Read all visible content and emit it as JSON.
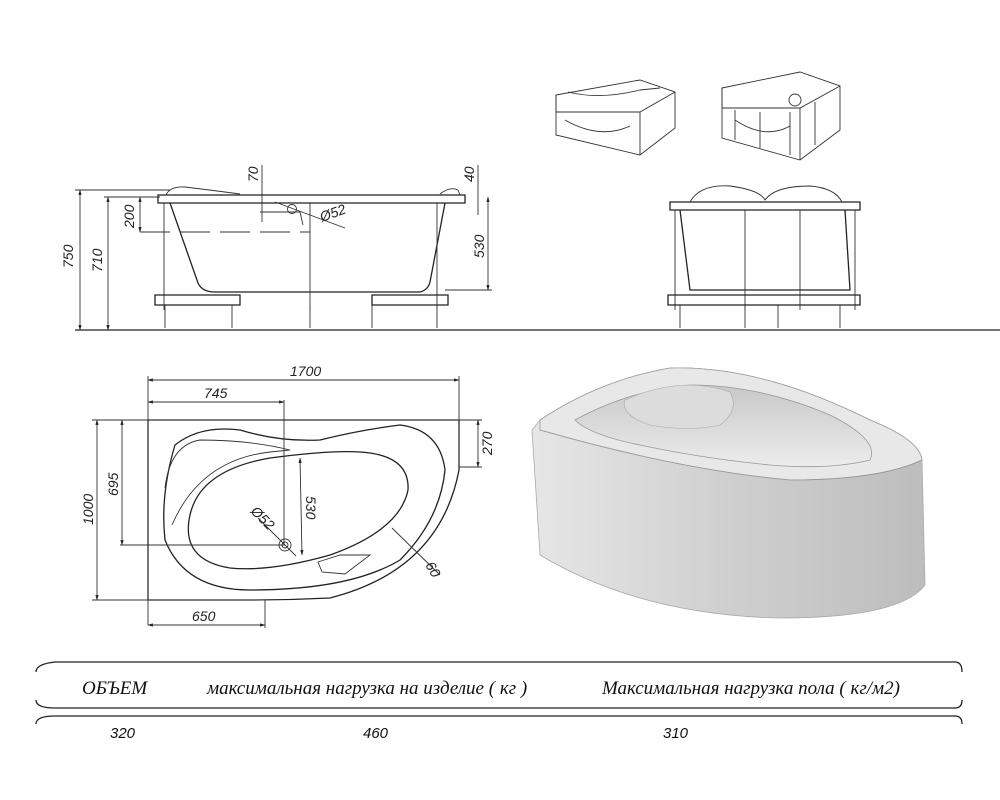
{
  "side_view": {
    "dims": {
      "total_height": "750",
      "rim_height": "710",
      "overflow_height": "200",
      "overflow_offset": "70",
      "rim_thickness": "40",
      "depth": "530",
      "drain_diameter": "Ø52"
    }
  },
  "plan_view": {
    "dims": {
      "length": "1700",
      "drain_x": "745",
      "width": "1000",
      "drain_y": "695",
      "end_width": "270",
      "bottom_width": "650",
      "inner_depth": "530",
      "drain_diameter": "Ø52",
      "rim_width": "60"
    }
  },
  "specs": {
    "headers": [
      "ОБЪЕМ",
      "максимальная нагрузка на изделие ( кг )",
      "Максимальная нагрузка пола ( кг/м2)"
    ],
    "values": [
      "320",
      "460",
      "310"
    ]
  },
  "colors": {
    "line": "#222222",
    "render": "#d9d9d9"
  }
}
